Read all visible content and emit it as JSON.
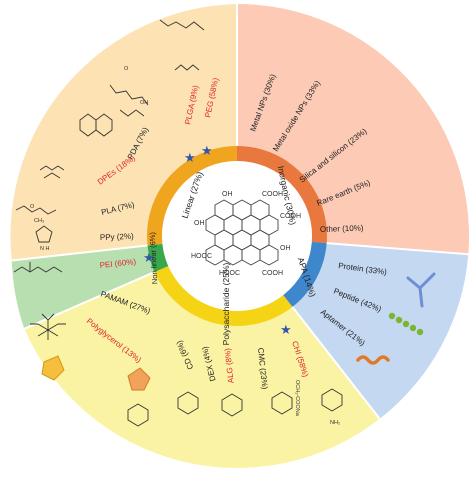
{
  "center": {
    "molecule_labels": [
      "OH",
      "COOH",
      "COOH",
      "OH",
      "HOOC",
      "HOOC",
      "COOH",
      "OH"
    ]
  },
  "categories": [
    {
      "key": "linear",
      "label": "Linear (27%)",
      "color": "#f0a51e",
      "light": "#fde3b3"
    },
    {
      "key": "inorganic",
      "label": "Inorganic (30%)",
      "color": "#e8783e",
      "light": "#fccab5"
    },
    {
      "key": "apa",
      "label": "APA (14%)",
      "color": "#3f87cc",
      "light": "#c4d8f1"
    },
    {
      "key": "polysaccharide",
      "label": "Polysaccharide (25%)",
      "color": "#f5d315",
      "light": "#fbf3a4"
    },
    {
      "key": "nonlinear",
      "label": "Non linear (6%)",
      "color": "#39a84d",
      "light": "#b8dfb0"
    }
  ],
  "items": {
    "peg": "PEG (58%)",
    "plga": "PLGA (9%)",
    "pda": "PDA (7%)",
    "dpes": "DPEs (18%)",
    "pla": "PLA (7%)",
    "ppy": "PPy (2%)",
    "metal_nps": "Metal NPs (30%)",
    "metal_oxide": "Metal oxide NPs (33%)",
    "silica": "Silica and silicon (23%)",
    "rare_earth": "Rare earth (5%)",
    "other": "Other (10%)",
    "protein": "Protein (33%)",
    "peptide": "Peptide (42%)",
    "aptamer": "Aptamer (21%)",
    "chi": "CHI (58%)",
    "cmc": "CMC (23%)",
    "alg": "ALG (8%)",
    "dex": "DEX (4%)",
    "cd": "CD (6%)",
    "pei": "PEI (60%)",
    "pamam": "PAMAM (27%)",
    "polyglycerol": "Polyglycerol (13%)"
  },
  "highlight_color": "#e0232a",
  "star_color": "#3556a6",
  "structure_labels": {
    "plga_o": "O",
    "plga_oh": "OH",
    "pla_ch3": "CH₃",
    "pla_o": "O",
    "ppy_nh": "N H",
    "cmc_sub": "OCH₂-COONa",
    "chi_nh2": "NH₂"
  }
}
